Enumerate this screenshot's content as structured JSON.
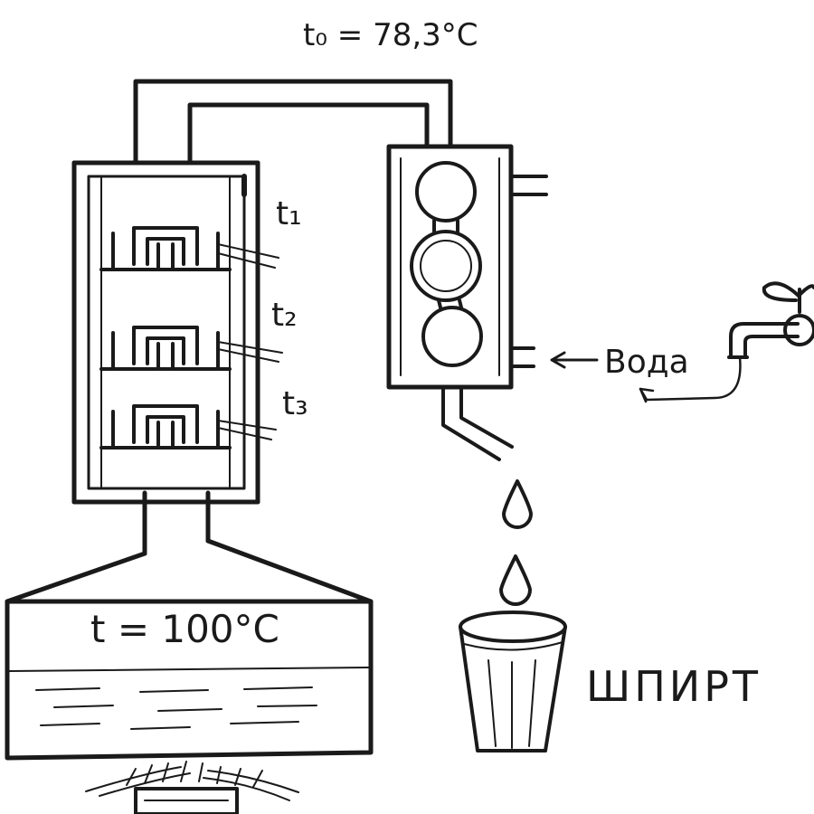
{
  "labels": {
    "top_temp": "t₀ = 78,3°C",
    "tray1": "t₁",
    "tray2": "t₂",
    "tray3": "t₃",
    "water": "Вода",
    "boiler_temp": "t = 100°C",
    "product": "ШПИРТ"
  },
  "colors": {
    "ink": "#1a1a1a",
    "background": "#ffffff"
  }
}
